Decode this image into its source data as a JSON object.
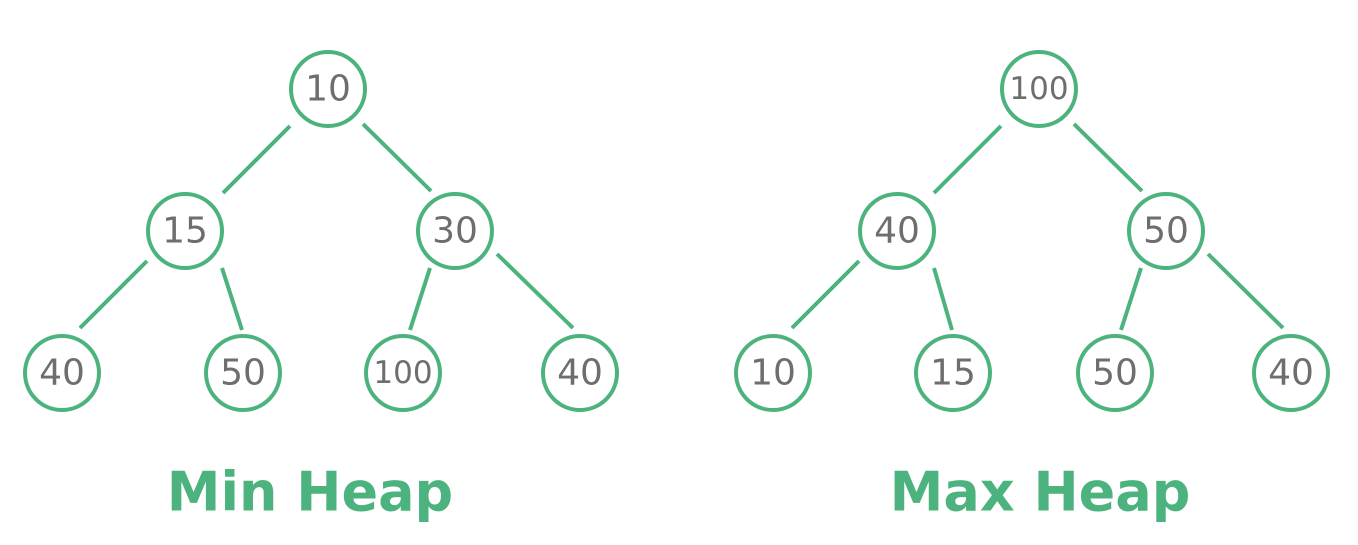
{
  "colors": {
    "accent": "#4db37e",
    "node_text": "#6e6e6e",
    "background": "#ffffff"
  },
  "heaps": [
    {
      "title": "Min Heap",
      "nodes": [
        "10",
        "15",
        "30",
        "40",
        "50",
        "100",
        "40"
      ]
    },
    {
      "title": "Max Heap",
      "nodes": [
        "100",
        "40",
        "50",
        "10",
        "15",
        "50",
        "40"
      ]
    }
  ]
}
